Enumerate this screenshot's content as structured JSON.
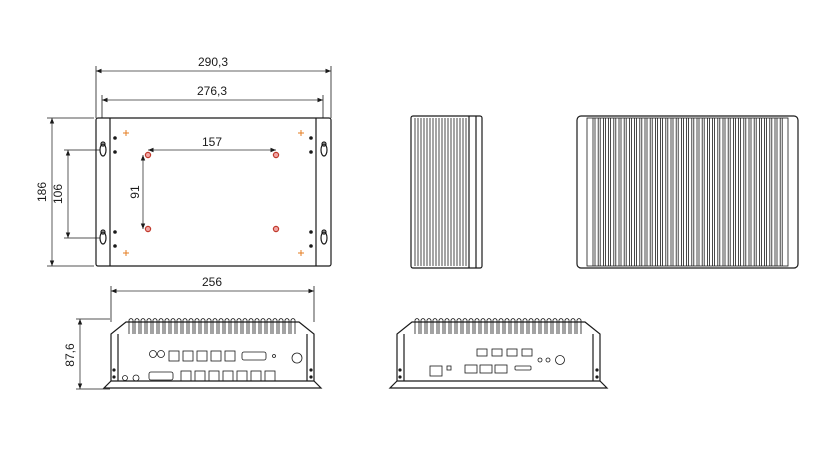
{
  "dimensions": {
    "overall_width": "290,3",
    "bracket_span": "276,3",
    "hole_spacing_x": "157",
    "hole_spacing_y": "91",
    "mount_spacing": "106",
    "overall_height": "186",
    "front_width": "256",
    "front_height": "87,6"
  },
  "colors": {
    "line": "#1a1a1a",
    "hole": "#c0392b",
    "marker": "#e67e22"
  }
}
